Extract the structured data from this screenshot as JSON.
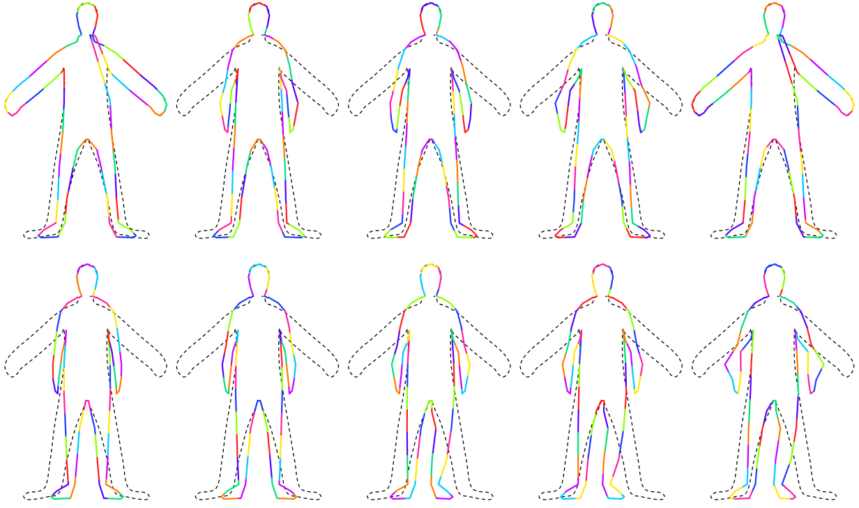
{
  "figure": {
    "rows": 2,
    "columns": 5,
    "panel_count": 10,
    "reference_outline_style": "black dashed",
    "segment_palette": [
      "#1e3cff",
      "#00c8ff",
      "#00e07a",
      "#8cff00",
      "#ffe600",
      "#ff7a00",
      "#ff1e1e",
      "#ff1ea0",
      "#c800ff",
      "#5a00ff"
    ],
    "panels": [
      {
        "row": 1,
        "col": 1,
        "pose": "reference-aligned"
      },
      {
        "row": 1,
        "col": 2,
        "pose": "arms-lowered"
      },
      {
        "row": 1,
        "col": 3,
        "pose": "arms-lowered"
      },
      {
        "row": 1,
        "col": 4,
        "pose": "arms-partially-raised"
      },
      {
        "row": 1,
        "col": 5,
        "pose": "near-reference"
      },
      {
        "row": 2,
        "col": 1,
        "pose": "arms-and-legs-lowered"
      },
      {
        "row": 2,
        "col": 2,
        "pose": "arms-lowered-legs-together"
      },
      {
        "row": 2,
        "col": 3,
        "pose": "arms-lowered-leg-crossed"
      },
      {
        "row": 2,
        "col": 4,
        "pose": "arms-lowered-leg-crossed"
      },
      {
        "row": 2,
        "col": 5,
        "pose": "elbows-out-leg-crossed"
      }
    ]
  }
}
